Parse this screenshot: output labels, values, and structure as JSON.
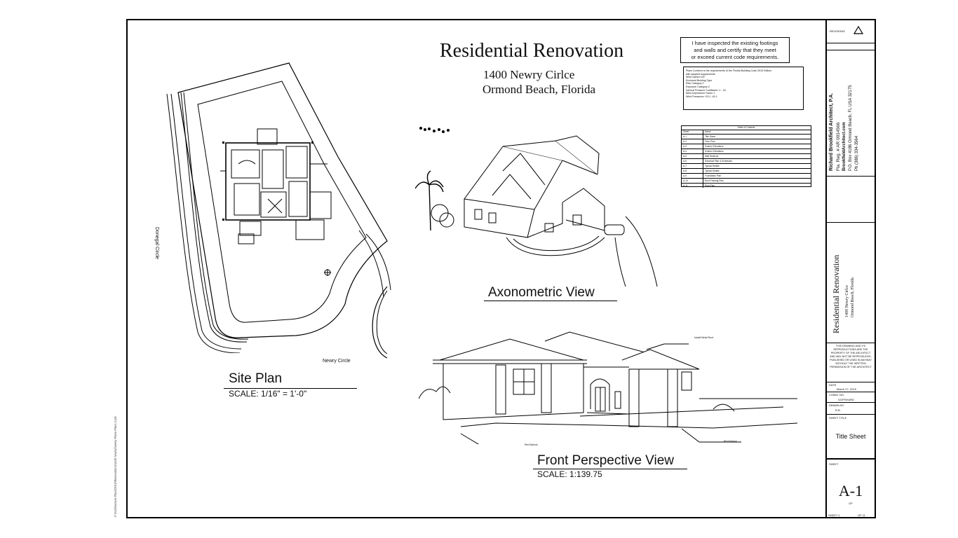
{
  "sheet_title": "Residential Renovation",
  "address_line1": "1400 Newry Cirlce",
  "address_line2": "Ormond Beach, Florida",
  "certification": [
    "I have inspected the existing footings",
    "and walls and certify that they meet",
    "or exceed current code requirements."
  ],
  "code_notes": [
    "Plans Conform to the requirements of the Florida Building Code 2010 Edition",
    "with adopted supplements",
    "Wind Speed 140",
    "Enclosed Building Type",
    "Risk Category 2",
    "Exposure Category C",
    "Internal Pressure Coefficient +/- .18",
    "Wind Importance Factor 1",
    "Wind Pressures +33.1  -40.1"
  ],
  "toc": {
    "title": "Table of Contents",
    "col_sheet": "Sheet",
    "col_name": "Name",
    "rows": [
      {
        "sheet": "A-1",
        "name": "Title Sheet"
      },
      {
        "sheet": "A-2",
        "name": "Floor Plan"
      },
      {
        "sheet": "A-3",
        "name": "Exterior Elevations"
      },
      {
        "sheet": "A-4",
        "name": "Exterior Elevations"
      },
      {
        "sheet": "A-5",
        "name": "Wall Sections"
      },
      {
        "sheet": "A-6",
        "name": "Electrical Plan & Schedules"
      },
      {
        "sheet": "A-7",
        "name": "Typical Details"
      },
      {
        "sheet": "A-8",
        "name": "Typical Details"
      },
      {
        "sheet": "A-9",
        "name": "Foundation Plan"
      },
      {
        "sheet": "A-10",
        "name": "Roof Framing Plan"
      },
      {
        "sheet": "A-11",
        "name": "Roof Plan"
      }
    ]
  },
  "street_left": "Donegal Circle",
  "street_bottom": "Newry Circle",
  "site_plan_label": "Site Plan",
  "site_plan_scale": "SCALE: 1/16\" =     1'-0\"",
  "axo_label": "Axonometric  View",
  "front_label": "Front Perspective View",
  "front_scale": "SCALE: 1:139.75",
  "callout_roof": "Install Metal Roof",
  "callout_left": "Red Bahnut",
  "callout_right": "Red Bahnut",
  "title_block": {
    "revisions_label": "REVISIONS",
    "firm_name": "Richard Brookfield Architect, P.A.",
    "firm_reg": "Fla. Reg. # AR 0014566",
    "firm_web": "BrookfieldArchitect.com",
    "firm_box": "P.O. Box 4186 Ormond Beach, FL USA 32175",
    "firm_phone": "Ph (386) 334-3564",
    "project_title": "Residential Renovation",
    "project_addr1": "1400 Newry Cirlce",
    "project_addr2": "Ormond Beach, Florida",
    "copyright": "THIS DRAWING AND ITS REPRODUCTIONS ARE THE PROPERTY OF THE ARCHITECT AND MAY NOT BE REPRODUCED, PUBLISHED OR USED IN ANYWAY WITHOUT THE WRITTEN PERMISSION OF THE ARCHITECT",
    "date_label": "DATE",
    "date_value": "March 27, 2015",
    "comm_label": "COMM. NO.",
    "comm_value": "GOPSHARD",
    "drawn_label": "DRAWN BY",
    "drawn_value": "R.B.",
    "sheet_title_label": "SHEET TITLE",
    "sheet_title_value": "Title Sheet",
    "sheet_label": "SHEET",
    "sheet_number": "A-1",
    "of_label": "OF",
    "sheet_count_left": "SHEET 1",
    "sheet_count_right": "OF 11"
  },
  "file_path": "F:\\Architecture Plans\\2015\\Renovations\\1400 Newry\\Newry Plans Plans 2.pln"
}
